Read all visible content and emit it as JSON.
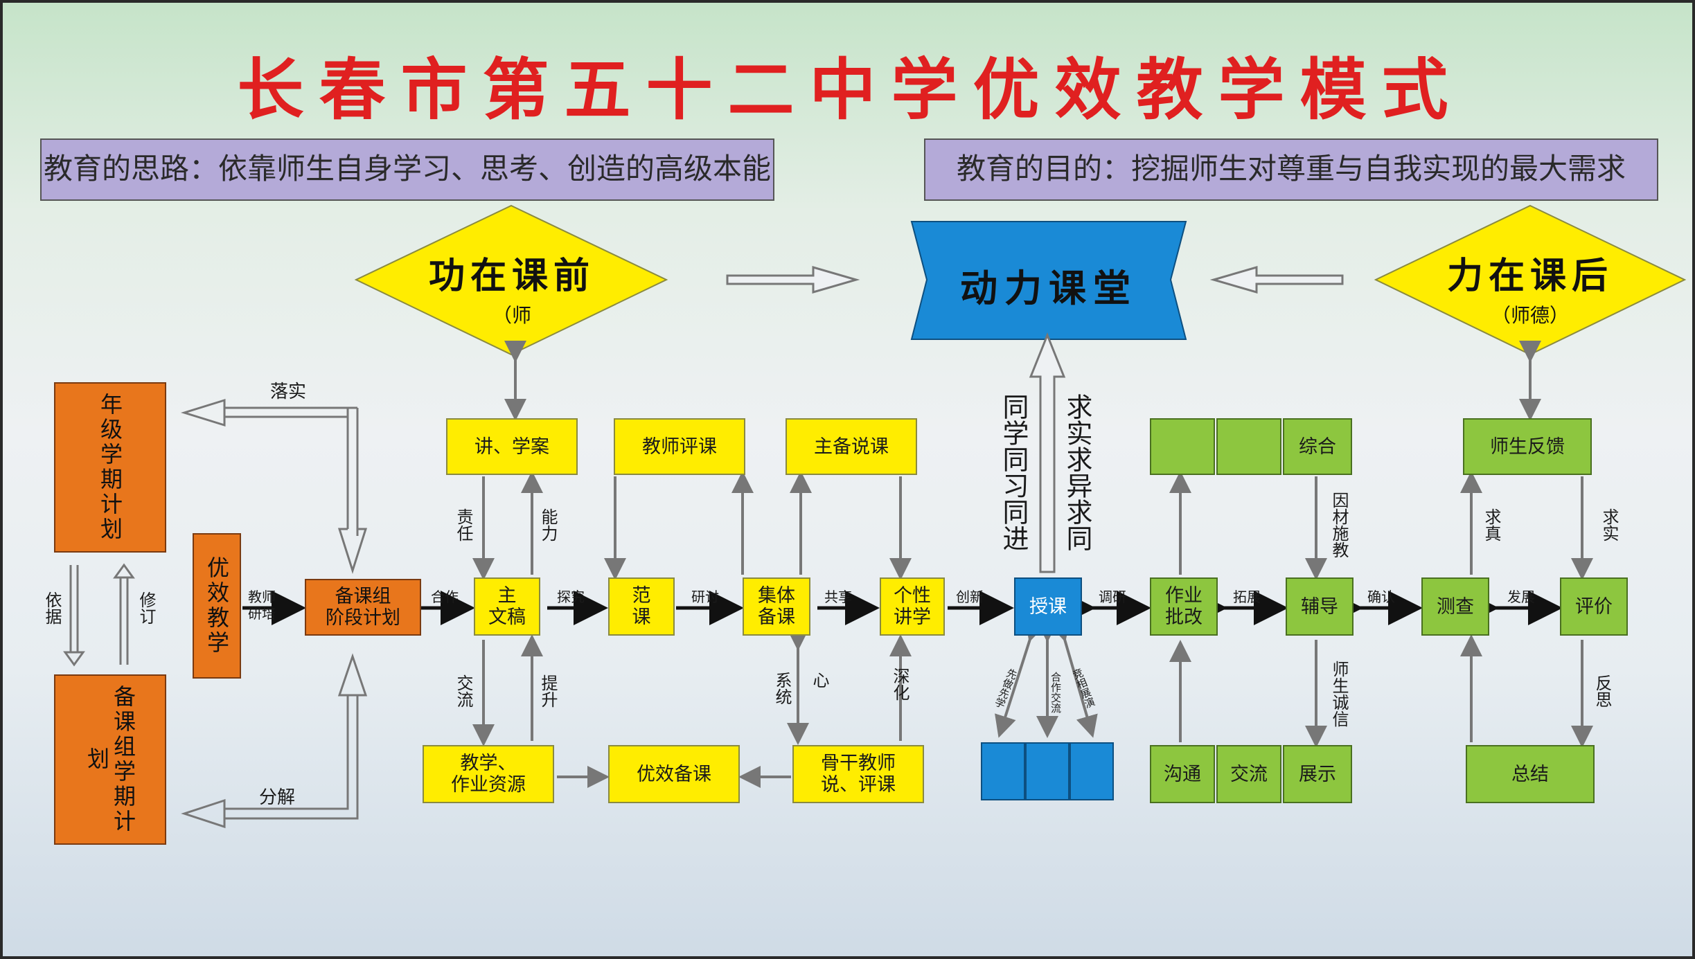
{
  "title": "长春市第五十二中学优效教学模式",
  "banners": {
    "left": "教育的思路：依靠师生自身学习、思考、创造的高级本能",
    "right": "教育的目的：挖掘师生对尊重与自我实现的最大需求"
  },
  "diamonds": {
    "left": {
      "title": "功在课前",
      "sub": "（师"
    },
    "right": {
      "title": "力在课后",
      "sub": "（师德）"
    },
    "center": "动力课堂"
  },
  "left_column": {
    "grade_plan": "年级学期计划",
    "group_plan": "备课组学期计划",
    "youxiao": "优效教学",
    "yiju": "依据",
    "xiuding": "修订",
    "luoshi": "落实",
    "fenjie": "分解"
  },
  "nodes": {
    "beike_plan": "备课组\n阶段计划",
    "wengao": "主\n文稿",
    "fanke": "范\n课",
    "jiti": "集体\n备课",
    "gexing": "个性\n讲学",
    "shouke": "授课",
    "zuoye": "作业\n批改",
    "fudao": "辅导",
    "cecha": "测查",
    "pingjia": "评价",
    "jiang_xuean": "讲、学案",
    "jiaoshi_pingke": "教师评课",
    "zhubei_shuoke": "主备说课",
    "shisheng_fankui": "师生反馈",
    "ziyuan": "教学、\n作业资源",
    "youxiao_beike": "优效备课",
    "gugan": "骨干教师\n说、评课",
    "zonghe": "综合",
    "goutong": "沟通",
    "jiaoliu_box": "交流",
    "zhanshi": "展示",
    "zongjie": "总结"
  },
  "edge_labels": {
    "jiaoshi_yanpei": "教师\n研培",
    "hezuo": "合作",
    "tanjiu": "探究",
    "yantao": "研讨",
    "gongxiang": "共享",
    "chuangxin": "创新",
    "tiaoyan": "调研",
    "tuozhan": "拓展",
    "queren": "确认",
    "fazhan": "发展",
    "zeren": "责任",
    "nengli": "能力",
    "jiaoliu": "交流",
    "tisheng": "提升",
    "xitong": "系统",
    "xin": "心",
    "shenhua": "深化",
    "yincai": "因材施教",
    "shisheng_chengxin": "师生诚信",
    "qiuzhen": "求真",
    "qiushi": "求实",
    "fansi": "反思",
    "tongxue": "同学同习同进",
    "qiushi_long": "求实求异求同",
    "hezuo_jiaoliu": "合作交流",
    "xianxue": "先做先学",
    "zhanyan": "竞相展演"
  },
  "colors": {
    "title": "#e02020",
    "yellow": "#ffed00",
    "orange": "#e8761c",
    "green": "#8dc63f",
    "blue": "#1a8ad6",
    "banner": "#b4aad8"
  }
}
